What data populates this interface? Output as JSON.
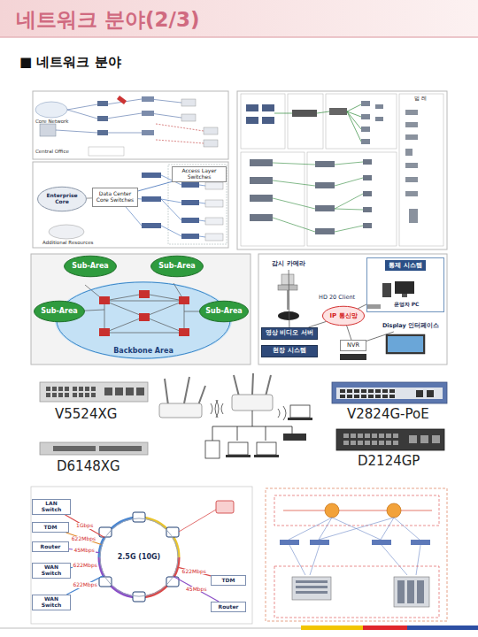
{
  "diagram": {
    "title": "네트워크 분야(2/3)",
    "nodes": [
      {
        "text": [
          "Enterprise Core"
        ]
      },
      {
        "text": [
          "Data Center Core Switches"
        ]
      },
      {
        "text": [
          "Access Layer Switches"
        ]
      },
      {
        "text": [
          "Backbone Area"
        ]
      },
      {
        "text": [
          "Sub-Area"
        ]
      },
      {
        "text": [
          "Sub-Area"
        ]
      },
      {
        "text": [
          "Sub-Area"
        ]
      },
      {
        "text": [
          "Sub-Area"
        ]
      },
      {
        "text": [
          "통제 시스템"
        ]
      },
      {
        "text": [
          "운영자 PC"
        ],
        "in": 8
      },
      {
        "text": [
          "감시 카메라"
        ]
      },
      {
        "text": [
          "영상 비디오 서버"
        ]
      },
      {
        "text": [
          "현장 시스템"
        ]
      },
      {
        "text": [
          "IP 통신망"
        ]
      },
      {
        "text": [
          "NVR"
        ]
      },
      {
        "text": [
          "Display 인터페이스"
        ]
      },
      {
        "text": [
          "2.5G (10G)"
        ]
      },
      {
        "text": [
          "LAN Switch"
        ]
      },
      {
        "text": [
          "TDM"
        ]
      },
      {
        "text": [
          "Router"
        ]
      },
      {
        "text": [
          "WAN Switch"
        ]
      },
      {
        "text": [
          "WAN Switch"
        ]
      },
      {
        "text": [
          "TDM"
        ]
      },
      {
        "text": [
          "Router"
        ]
      }
    ],
    "edges": [
      {
        "from": 0,
        "to": 1,
        "arrow": "none"
      },
      {
        "from": 1,
        "to": 2,
        "arrow": "none"
      },
      {
        "from": 10,
        "to": 11,
        "arrow": "none"
      },
      {
        "from": 11,
        "to": 13,
        "arrow": "none"
      },
      {
        "from": 13,
        "to": 14,
        "arrow": "none"
      },
      {
        "from": 14,
        "to": 15,
        "arrow": "none"
      },
      {
        "from": 13,
        "to": 8,
        "arrow": "none"
      },
      {
        "from": 17,
        "to": 16,
        "label": "1Gbps",
        "arrow": "none"
      },
      {
        "from": 18,
        "to": 16,
        "label": "622Mbps",
        "arrow": "none"
      },
      {
        "from": 19,
        "to": 16,
        "label": "45Mbps",
        "arrow": "none"
      },
      {
        "from": 20,
        "to": 16,
        "label": "622Mbps",
        "arrow": "none"
      },
      {
        "from": 21,
        "to": 16,
        "label": "622Mbps",
        "arrow": "none"
      },
      {
        "from": 22,
        "to": 16,
        "label": "622Mbps",
        "arrow": "none"
      },
      {
        "from": 23,
        "to": 16,
        "label": "45Mbps",
        "arrow": "none"
      }
    ],
    "labels": [
      "■ 네트워크 분야",
      "Core Network",
      "Central Office",
      "Additional Resources",
      "범 례",
      "HD 20 Client",
      "V5524XG",
      "D6148XG",
      "V2824G-PoE",
      "D2124GP"
    ]
  }
}
